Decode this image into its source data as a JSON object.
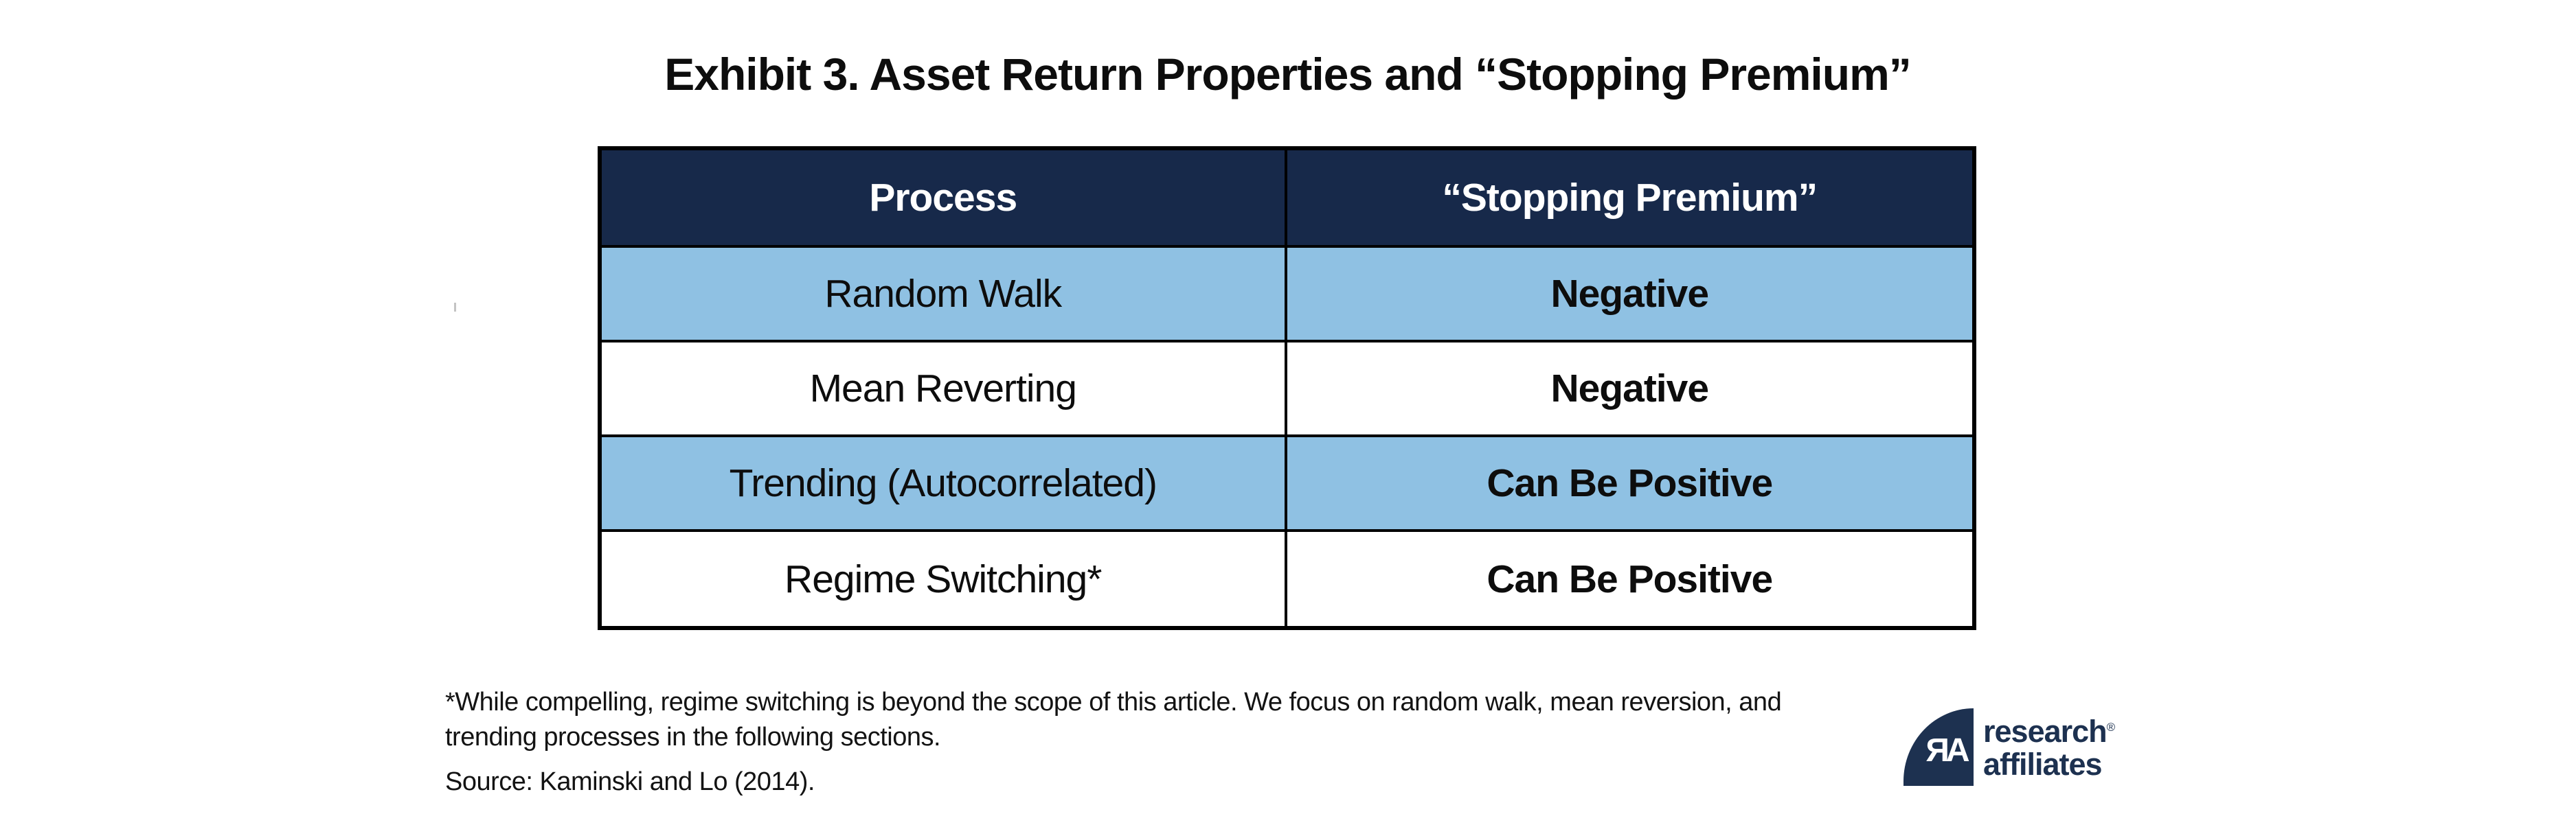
{
  "chart_data": {
    "type": "table",
    "title": "Exhibit 3. Asset Return Properties and “Stopping Premium”",
    "columns": [
      "Process",
      "“Stopping Premium”"
    ],
    "rows": [
      [
        "Random Walk",
        "Negative"
      ],
      [
        "Mean Reverting",
        "Negative"
      ],
      [
        "Trending (Autocorrelated)",
        "Can Be Positive"
      ],
      [
        "Regime Switching*",
        "Can Be Positive"
      ]
    ],
    "row_stripe_pattern": [
      "blue",
      "white",
      "blue",
      "white"
    ],
    "legend_position": "none",
    "grid": "heavy black cell borders"
  },
  "footnote": {
    "line1": "*While compelling, regime switching is beyond the scope of this article. We focus on random walk, mean reversion, and",
    "line2": "trending processes in the following sections."
  },
  "source": "Source: Kaminski and Lo (2014).",
  "logo": {
    "monogram": "ЯA",
    "word1": "research",
    "word2": "affiliates",
    "registered": "®"
  },
  "colors": {
    "header_bg": "#17294a",
    "row_alt_bg": "#8fc1e3",
    "row_bg": "#ffffff",
    "border": "#000000",
    "logo_navy": "#1d3150",
    "text": "#0d0d0d"
  }
}
